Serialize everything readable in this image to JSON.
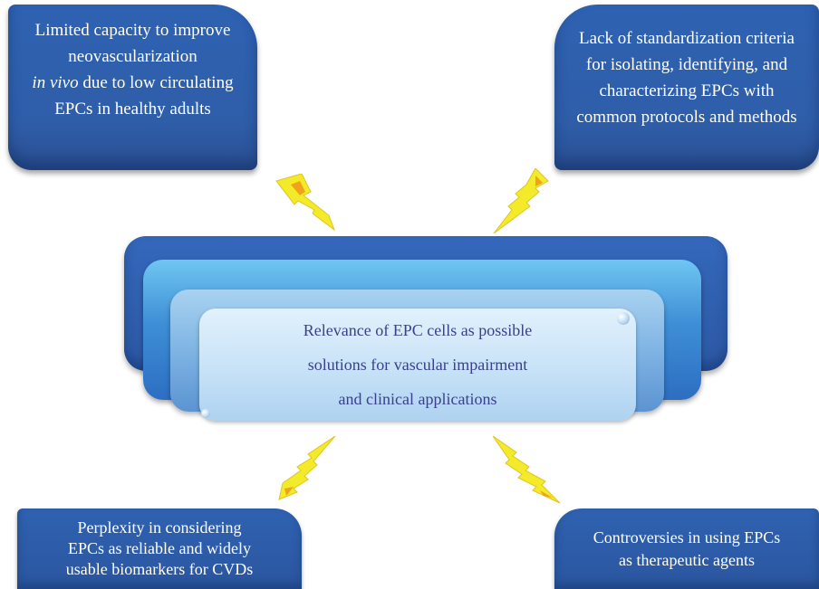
{
  "boxes": {
    "top_left": {
      "line1": "Limited capacity to improve",
      "line2": "neovascularization",
      "line3_italic": "in vivo",
      "line3_rest": " due to low circulating",
      "line4": "EPCs in healthy adults"
    },
    "top_right": {
      "line1": "Lack of standardization criteria",
      "line2": "for isolating, identifying, and",
      "line3": "characterizing EPCs with",
      "line4": "common protocols and methods"
    },
    "bottom_left": {
      "line1": "Perplexity in considering",
      "line2": "EPCs as reliable and widely",
      "line3": "usable biomarkers for CVDs"
    },
    "bottom_right": {
      "line1": "Controversies in using EPCs",
      "line2": "as therapeutic agents"
    }
  },
  "center": {
    "line1": "Relevance of EPC cells as possible",
    "line2": "solutions for vascular impairment",
    "line3": "and clinical applications"
  },
  "colors": {
    "box_blue": "#2f5ea9",
    "center_text": "#3a3f8f",
    "bolt_yellow": "#f3ea2a",
    "bolt_orange": "#f0a21b"
  },
  "icons": [
    "lightning-bolt-icon"
  ]
}
